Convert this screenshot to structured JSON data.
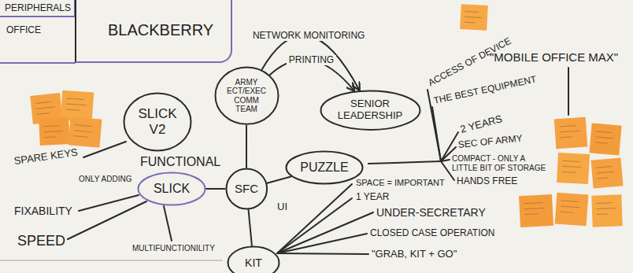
{
  "diagram": {
    "nodes": [
      {
        "text": [
          "PERIPHERALS"
        ]
      },
      {
        "text": [
          "BLACKBERRY"
        ]
      },
      {
        "text": [
          "ARMY ECT/EXEC COMM TEAM"
        ]
      },
      {
        "text": [
          "SENIOR LEADERSHIP"
        ]
      },
      {
        "text": [
          "SLICK V2"
        ]
      },
      {
        "text": [
          "PUZZLE"
        ]
      },
      {
        "text": [
          "SLICK"
        ]
      },
      {
        "text": [
          "SFC"
        ]
      },
      {
        "text": [
          "KIT"
        ]
      }
    ],
    "edges": [
      {
        "from": 2,
        "to": 3,
        "label": "NETWORK MONITORING",
        "arrow": "to"
      },
      {
        "from": 2,
        "to": 3,
        "label": "PRINTING",
        "arrow": "to"
      },
      {
        "from": 7,
        "to": 2,
        "arrow": "none"
      },
      {
        "from": 7,
        "to": 6,
        "arrow": "none"
      },
      {
        "from": 7,
        "to": 5,
        "arrow": "none"
      },
      {
        "from": 7,
        "to": 8,
        "arrow": "none"
      }
    ],
    "labels": [
      "OFFICE",
      "ACCESS OF DEVICE",
      "\"MOBILE OFFICE MAX\"",
      "THE BEST EQUIPMENT",
      "2 YEARS",
      "SEC OF ARMY",
      "COMPACT - ONLY A LITTLE BIT OF STORAGE",
      "SPARE KEYS",
      "ONLY ADDING",
      "FUNCTIONAL",
      "HANDS FREE",
      "SPACE = IMPORTANT",
      "1 YEAR",
      "UI",
      "FIXABILITY",
      "UNDER-SECRETARY",
      "SPEED",
      "MULTIFUNCTIONILITY",
      "CLOSED CASE OPERATION",
      "\"GRAB, KIT + GO\""
    ]
  }
}
